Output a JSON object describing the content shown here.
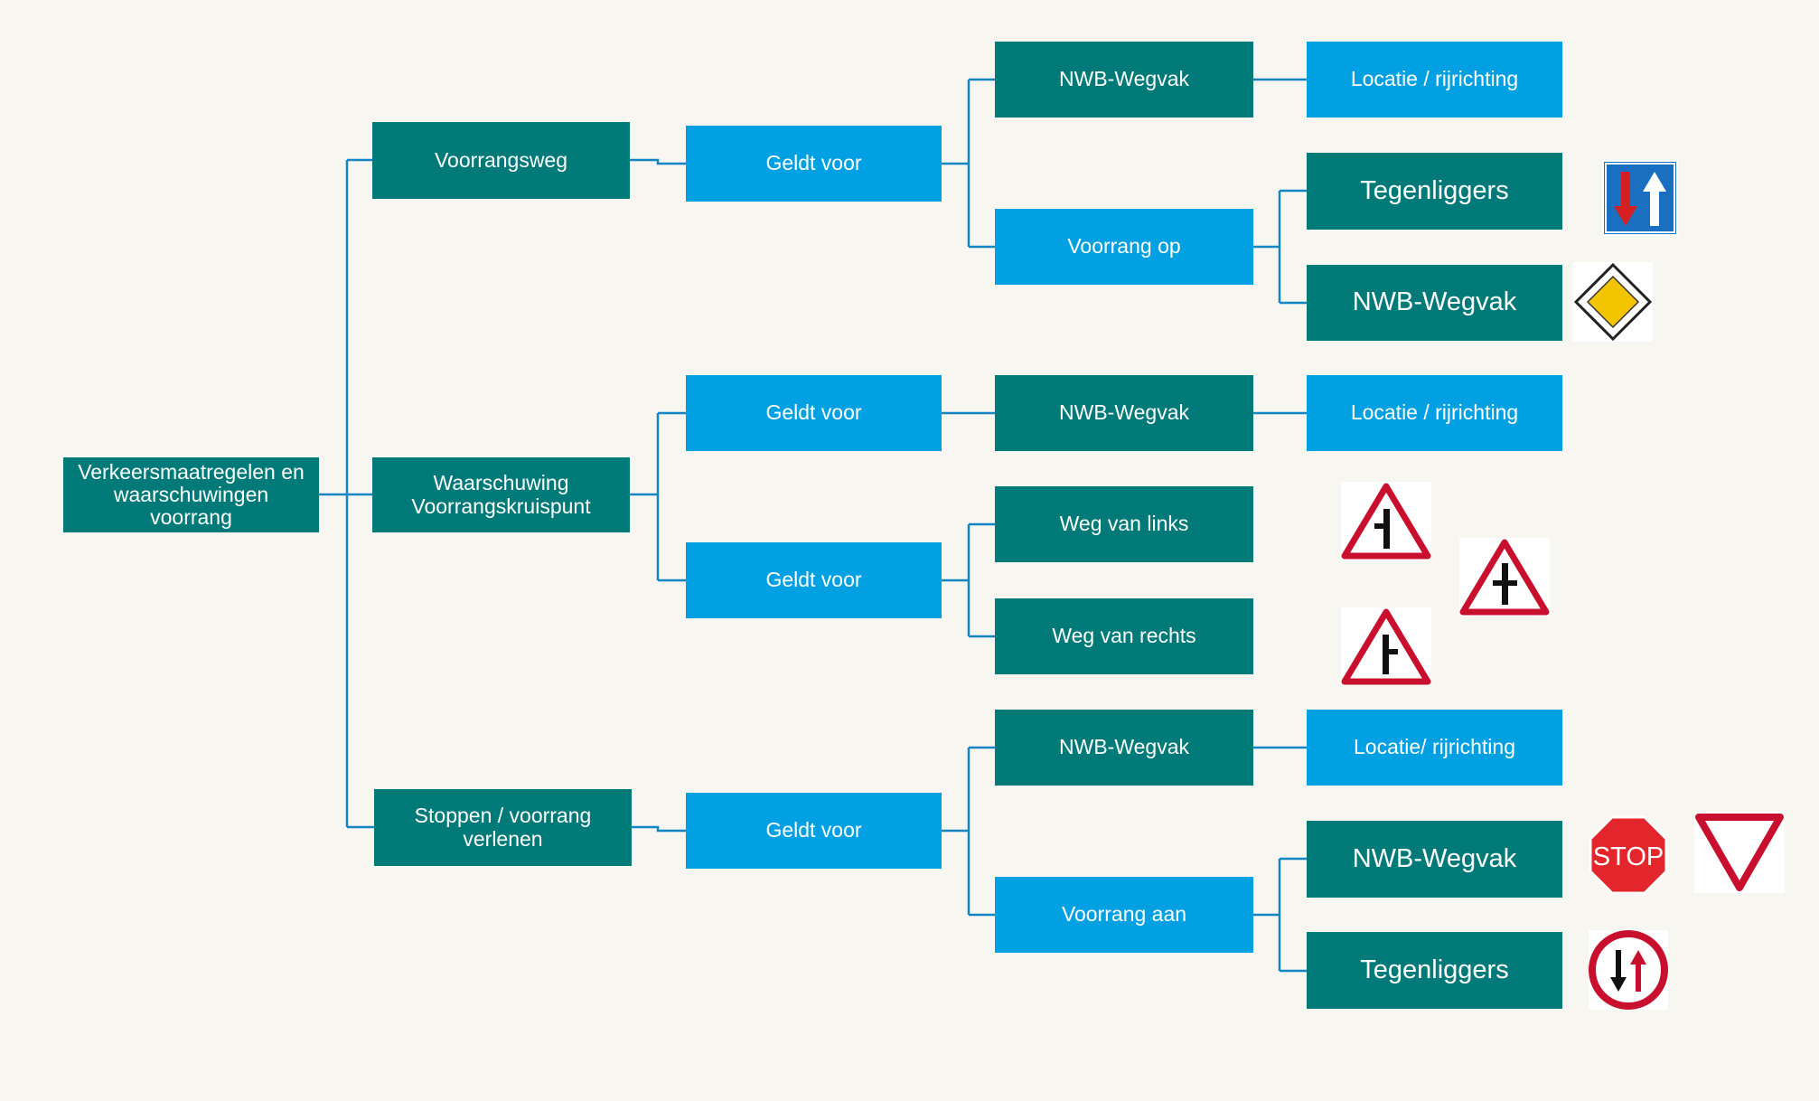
{
  "colors": {
    "teal": "#007a78",
    "blue": "#00a0e3",
    "connector": "#1385c2",
    "background": "#f8f6f0"
  },
  "nodes": {
    "root": "Verkeersmaatregelen en waarschuwingen voorrang",
    "voorrangsweg": "Voorrangsweg",
    "waarschuwing": "Waarschuwing Voorrangskruispunt",
    "stoppen": "Stoppen / voorrang verlenen",
    "geldt_voor_1": "Geldt voor",
    "geldt_voor_2": "Geldt voor",
    "geldt_voor_3": "Geldt voor",
    "geldt_voor_4": "Geldt voor",
    "nwb_wegvak_1": "NWB-Wegvak",
    "voorrang_op": "Voorrang op",
    "nwb_wegvak_2": "NWB-Wegvak",
    "weg_van_links": "Weg van links",
    "weg_van_rechts": "Weg van rechts",
    "nwb_wegvak_3": "NWB-Wegvak",
    "voorrang_aan": "Voorrang aan",
    "locatie_1": "Locatie / rijrichting",
    "tegenliggers_1": "Tegenliggers",
    "nwb_wegvak_4": "NWB-Wegvak",
    "locatie_2": "Locatie / rijrichting",
    "locatie_3": "Locatie/ rijrichting",
    "nwb_wegvak_5": "NWB-Wegvak",
    "tegenliggers_2": "Tegenliggers"
  },
  "signs": {
    "priority_over_oncoming": "priority-over-oncoming-sign-icon",
    "priority_road": "priority-road-sign-icon",
    "side_road_left": "side-road-left-warning-sign-icon",
    "crossroads": "crossroads-warning-sign-icon",
    "side_road_right": "side-road-right-warning-sign-icon",
    "stop": "STOP",
    "give_way": "give-way-sign-icon",
    "give_way_oncoming": "give-way-oncoming-sign-icon"
  }
}
